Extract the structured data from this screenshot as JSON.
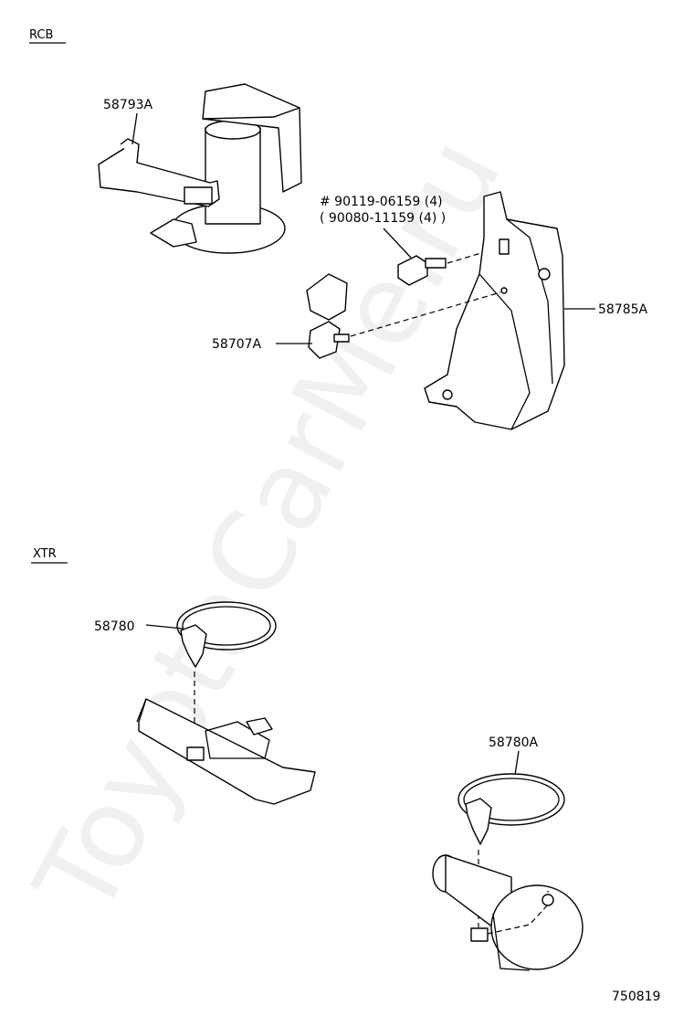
{
  "sections": {
    "rcb": "RCB",
    "xtr": "XTR"
  },
  "parts": {
    "p58793a": "58793A",
    "bolt_line1": "# 90119-06159 (4)",
    "bolt_line2": "( 90080-11159 (4) )",
    "p58785a": "58785A",
    "p58707a": "58707A",
    "p58780": "58780",
    "p58780a": "58780A"
  },
  "diagram_number": "750819",
  "watermark": "ToyotaCarMe.ru"
}
